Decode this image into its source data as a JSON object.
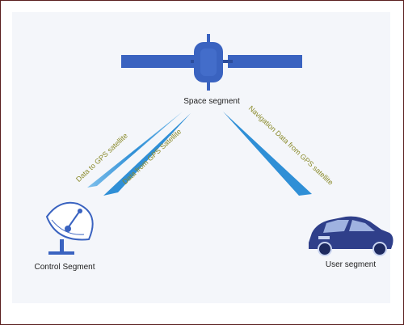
{
  "nodes": {
    "space": {
      "label": "Space segment",
      "icon": "satellite-icon"
    },
    "control": {
      "label": "Control Segment",
      "icon": "satellite-dish-icon"
    },
    "user": {
      "label": "User segment",
      "icon": "car-icon"
    }
  },
  "links": {
    "uplink": {
      "label": "Data to GPS satellite"
    },
    "downlink_control": {
      "label": "Data from GPS Satellite"
    },
    "downlink_user": {
      "label": "Navigation Data from GPS satellite"
    }
  },
  "colors": {
    "beam": "#2f8fd6",
    "satellite": "#3a63c0",
    "link_text": "#8a8a2a",
    "frame_border": "#5a1e1e"
  }
}
